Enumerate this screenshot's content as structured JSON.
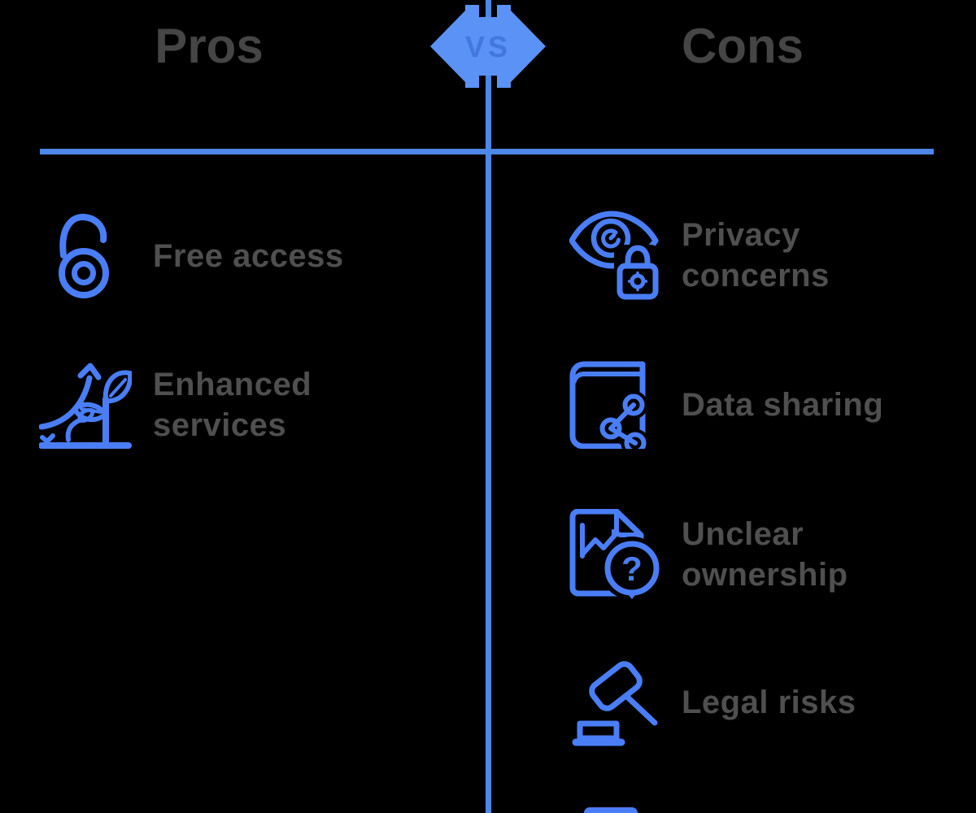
{
  "diagram": {
    "heading_left": "Pros",
    "heading_right": "Cons",
    "vs_label": "VS",
    "question_mark": "?",
    "colors": {
      "background": "#000000",
      "divider_blue": "#4d88e8",
      "icon_blue": "#4a7ef7",
      "badge_blue": "#5b92f5",
      "badge_text_blue": "#4277dd",
      "heading_gray": "#454545",
      "item_gray": "#4f4f4f"
    },
    "pros": [
      {
        "label": "Free access",
        "icon": "open-lock-icon"
      },
      {
        "label": "Enhanced services",
        "icon": "growth-plant-icon"
      }
    ],
    "cons": [
      {
        "label": "Privacy concerns",
        "icon": "eye-lock-icon"
      },
      {
        "label": "Data sharing",
        "icon": "book-share-icon"
      },
      {
        "label": "Unclear ownership",
        "icon": "document-question-icon"
      },
      {
        "label": "Legal risks",
        "icon": "gavel-icon"
      }
    ]
  }
}
